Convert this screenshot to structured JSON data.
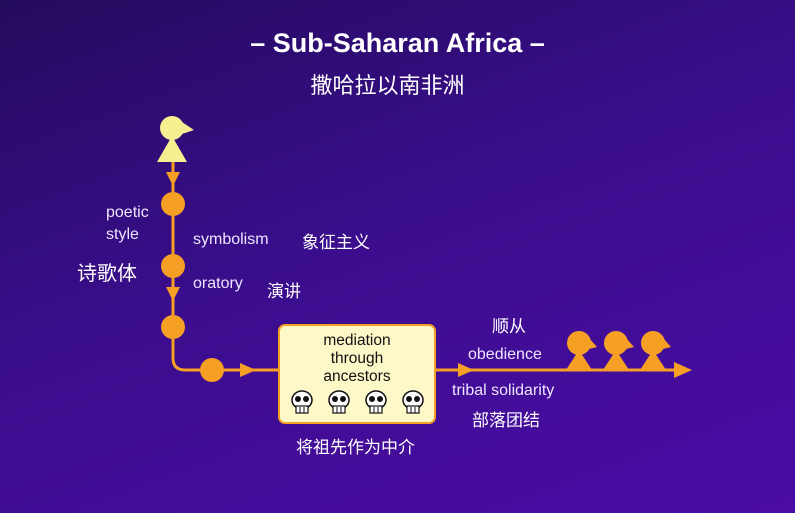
{
  "title": "– Sub-Saharan Africa –",
  "subtitle": "撒哈拉以南非洲",
  "labels": {
    "poetic_style_line1": "poetic",
    "poetic_style_line2": "style",
    "poetic_style_cn": "诗歌体",
    "symbolism": "symbolism",
    "symbolism_cn": "象征主义",
    "oratory": "oratory",
    "oratory_cn": "演讲",
    "mediation_line1": "mediation",
    "mediation_line2": "through",
    "mediation_line3": "ancestors",
    "mediation_cn": "将祖先作为中介",
    "obedience_cn": "顺从",
    "obedience": "obedience",
    "tribal_solidarity": "tribal solidarity",
    "tribal_solidarity_cn": "部落团结"
  },
  "colors": {
    "accent": "#f5a025",
    "figure": "#f7ee90",
    "box": "#fdf8c8"
  }
}
